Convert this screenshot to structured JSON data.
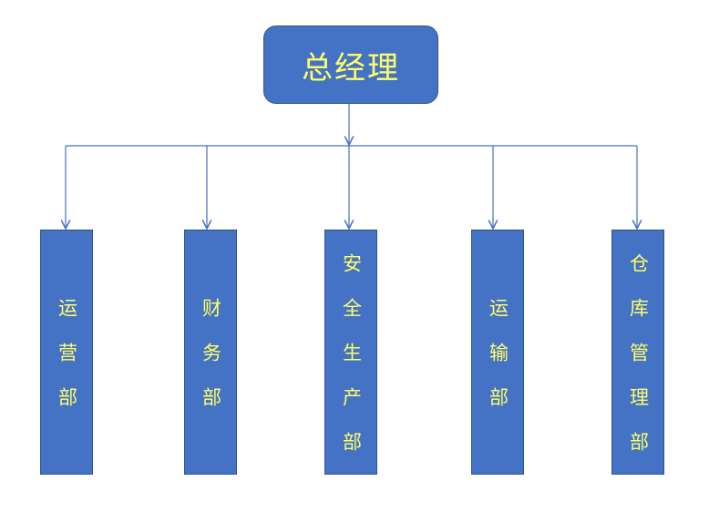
{
  "colors": {
    "box_fill": "#4472c4",
    "box_border": "#2f528f",
    "text": "#ffff66",
    "connector": "#4472c4"
  },
  "org": {
    "root": "总经理",
    "departments": [
      "运营部",
      "财务部",
      "安全生产部",
      "运输部",
      "仓库管理部"
    ]
  }
}
